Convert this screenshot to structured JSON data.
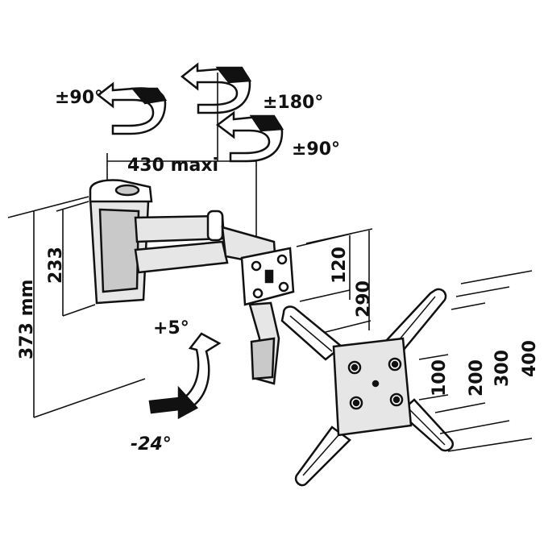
{
  "rotation": {
    "swivel_wall_label": "±90°",
    "swivel_arm_label": "±180°",
    "swivel_screen_label": "±90°",
    "tilt_up_label": "+5°",
    "tilt_down_label": "-24°"
  },
  "dimensions": {
    "arm_extension_label": "430 maxi",
    "total_height_label": "373 mm",
    "bracket_height_label": "233",
    "plate_depth_label": "120",
    "max_depth_label": "290"
  },
  "vesa": {
    "sizes": [
      "100",
      "200",
      "300",
      "400"
    ]
  },
  "colors": {
    "line": "#111111",
    "fill_light": "#e6e6e6",
    "fill_mid": "#c9c9c9"
  }
}
